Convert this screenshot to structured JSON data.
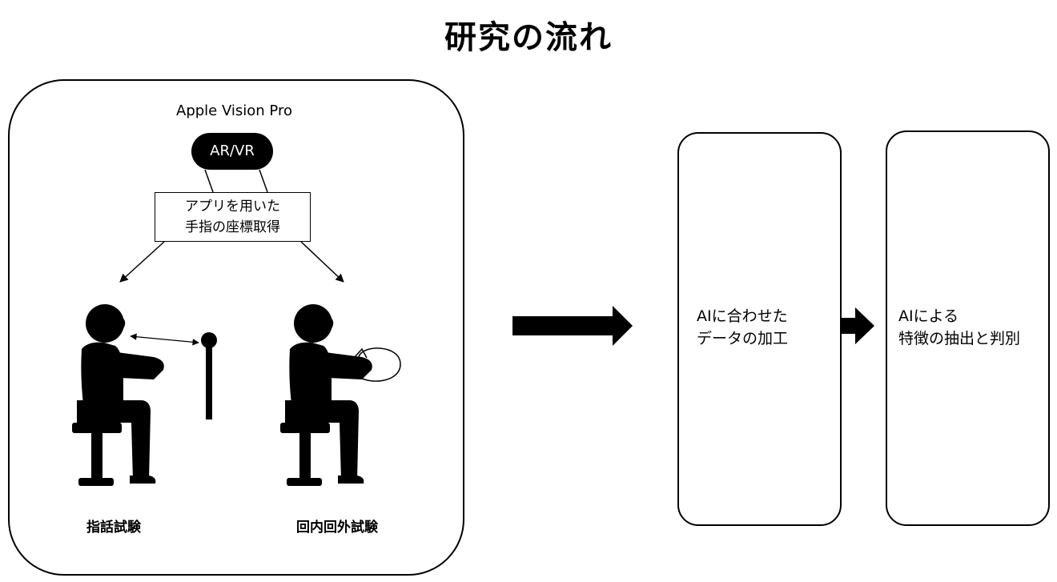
{
  "title": "研究の流れ",
  "device": {
    "name": "Apple Vision Pro",
    "badge": "AR/VR"
  },
  "app_box": {
    "line1": "アプリを用いた",
    "line2": "手指の座標取得"
  },
  "tests": {
    "left": "指話試験",
    "right": "回内回外試験"
  },
  "steps": [
    {
      "line1": "AIに合わせた",
      "line2": "データの加工"
    },
    {
      "line1": "AIによる",
      "line2": "特徴の抽出と判別"
    }
  ]
}
